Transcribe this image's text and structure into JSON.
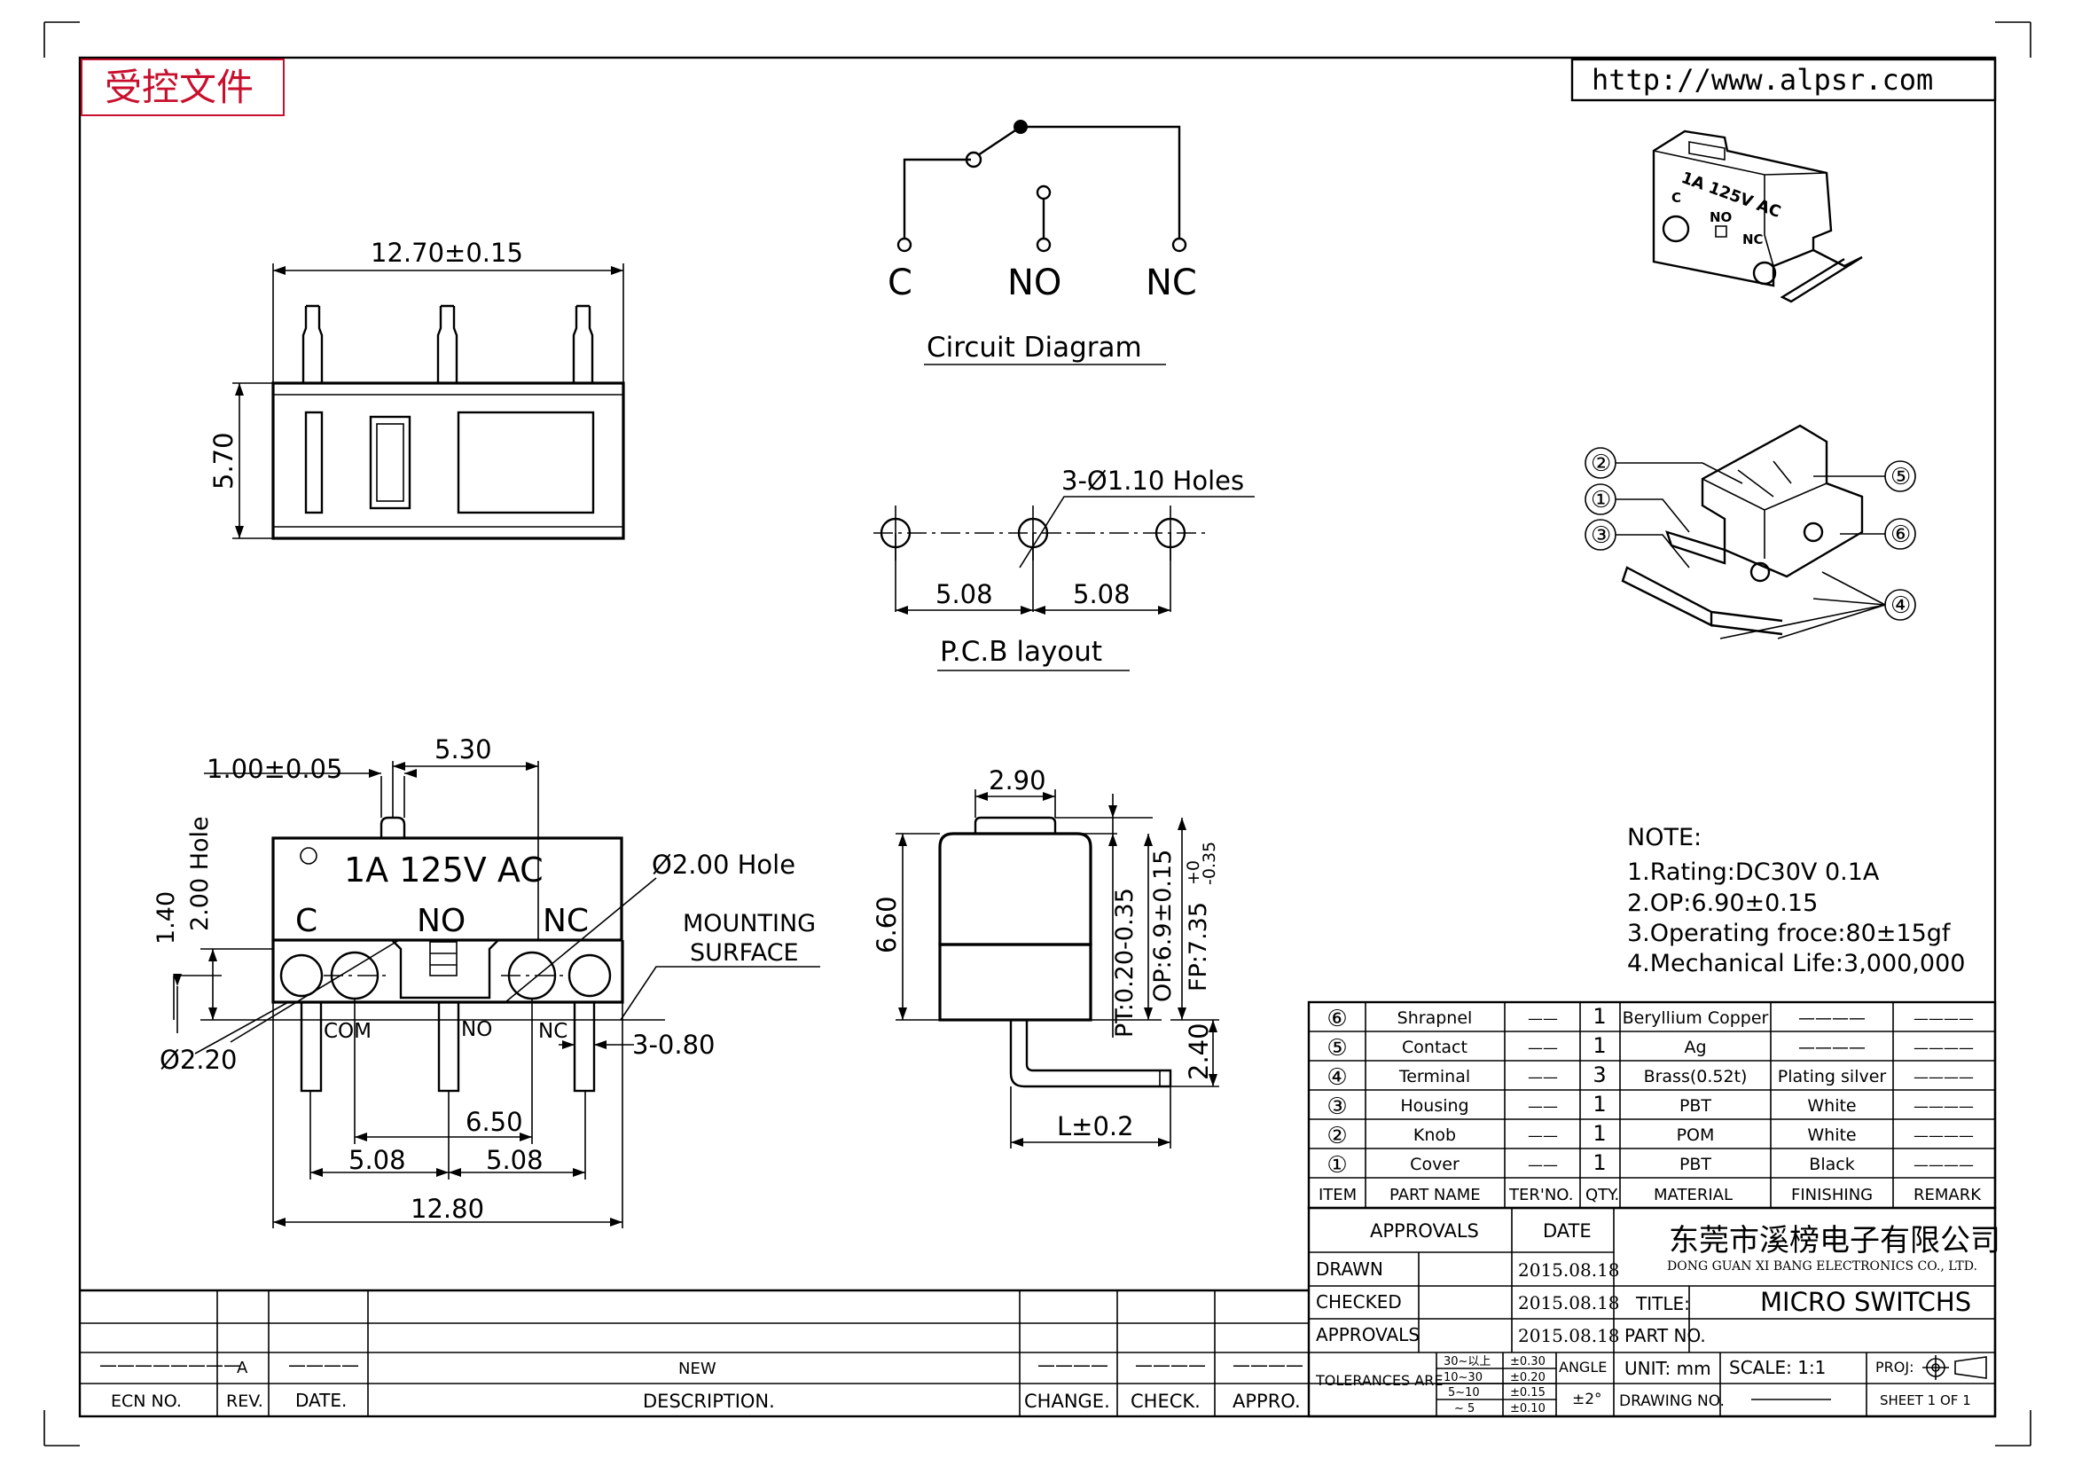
{
  "stamp": {
    "text": "受控文件",
    "color": "#c8102e"
  },
  "url": "http://www.alpsr.com",
  "top_view": {
    "width_dim": "12.70±0.15",
    "height_dim": "5.70"
  },
  "circuit": {
    "title": "Circuit Diagram",
    "pins": [
      "C",
      "NO",
      "NC"
    ]
  },
  "pcb": {
    "title": "P.C.B layout",
    "holes": "3-Ø1.10 Holes",
    "spacing_left": "5.08",
    "spacing_right": "5.08"
  },
  "front_view": {
    "marking": "1A 125V AC",
    "pin_labels_top": [
      "C",
      "NO",
      "NC"
    ],
    "pin_labels_bottom": [
      "COM",
      "NO",
      "NC"
    ],
    "dims": {
      "pin_width": "1.00±0.05",
      "offset": "5.30",
      "hole_height": "2.00 Hole",
      "h140": "1.40",
      "big_hole": "Ø2.00 Hole",
      "mounting": [
        "MOUNTING",
        "SURFACE"
      ],
      "small_dia": "Ø2.20",
      "pin_thk": "3-0.80",
      "d650": "6.50",
      "d508a": "5.08",
      "d508b": "5.08",
      "total": "12.80"
    }
  },
  "side_view": {
    "d290": "2.90",
    "d660": "6.60",
    "pt": "PT:0.20-0.35",
    "op": "OP:6.9±0.15",
    "fp": "FP:7.35",
    "fp_tol_plus": "+0",
    "fp_tol_minus": "-0.35",
    "d240": "2.40",
    "length": "L±0.2"
  },
  "iso_3d": {
    "marking": [
      "1A 125V AC",
      "C",
      "NO",
      "NC"
    ]
  },
  "exploded": {
    "callouts": [
      "②",
      "①",
      "③",
      "⑤",
      "⑥",
      "④"
    ]
  },
  "notes": {
    "title": "NOTE:",
    "items": [
      "1.Rating:DC30V  0.1A",
      "2.OP:6.90±0.15",
      "3.Operating  froce:80±15gf",
      "4.Mechanical  Life:3,000,000"
    ]
  },
  "bom": {
    "rows": [
      {
        "item": "⑥",
        "part": "Shrapnel",
        "ter": "——",
        "qty": "1",
        "material": "Beryllium  Copper",
        "finishing": "————",
        "remark": "————"
      },
      {
        "item": "⑤",
        "part": "Contact",
        "ter": "——",
        "qty": "1",
        "material": "Ag",
        "finishing": "————",
        "remark": "————"
      },
      {
        "item": "④",
        "part": "Terminal",
        "ter": "——",
        "qty": "3",
        "material": "Brass(0.52t)",
        "finishing": "Plating  silver",
        "remark": "————"
      },
      {
        "item": "③",
        "part": "Housing",
        "ter": "——",
        "qty": "1",
        "material": "PBT",
        "finishing": "White",
        "remark": "————"
      },
      {
        "item": "②",
        "part": "Knob",
        "ter": "——",
        "qty": "1",
        "material": "POM",
        "finishing": "White",
        "remark": "————"
      },
      {
        "item": "①",
        "part": "Cover",
        "ter": "——",
        "qty": "1",
        "material": "PBT",
        "finishing": "Black",
        "remark": "————"
      }
    ],
    "headers": {
      "item": "ITEM",
      "part": "PART NAME",
      "ter": "TER'NO.",
      "qty": "QTY.",
      "material": "MATERIAL",
      "finishing": "FINISHING",
      "remark": "REMARK"
    }
  },
  "title_block": {
    "approvals_hdr": "APPROVALS",
    "date_hdr": "DATE",
    "drawn": "DRAWN",
    "checked": "CHECKED",
    "approvals": "APPROVALS",
    "date1": "2015.08.18",
    "date2": "2015.08.18",
    "date3": "2015.08.18",
    "company_cn": "东莞市溪榜电子有限公司",
    "company_en": "DONG GUAN XI BANG ELECTRONICS CO., LTD.",
    "title_lbl": "TITLE:",
    "title_val": "MICRO  SWITCHS",
    "part_no_lbl": "PART  NO.",
    "tolerances": "TOLERANCES  ARE",
    "tol_ranges": [
      "30~以上",
      "10~30",
      "5~10",
      "~ 5"
    ],
    "tol_vals": [
      "±0.30",
      "±0.20",
      "±0.15",
      "±0.10"
    ],
    "angle_lbl": "ANGLE",
    "angle_val": "±2°",
    "unit": "UNIT:  mm",
    "scale": "SCALE:    1:1",
    "proj": "PROJ:",
    "drawing_no": "DRAWING  NO.",
    "sheet": "SHEET   1  OF  1"
  },
  "revision": {
    "headers": [
      "ECN  NO.",
      "REV.",
      "DATE.",
      "DESCRIPTION.",
      "CHANGE.",
      "CHECK.",
      "APPRO."
    ],
    "row": {
      "ecn": "————————",
      "rev": "A",
      "date": "————",
      "desc": "NEW",
      "change": "————",
      "check": "————",
      "appro": "————"
    }
  }
}
